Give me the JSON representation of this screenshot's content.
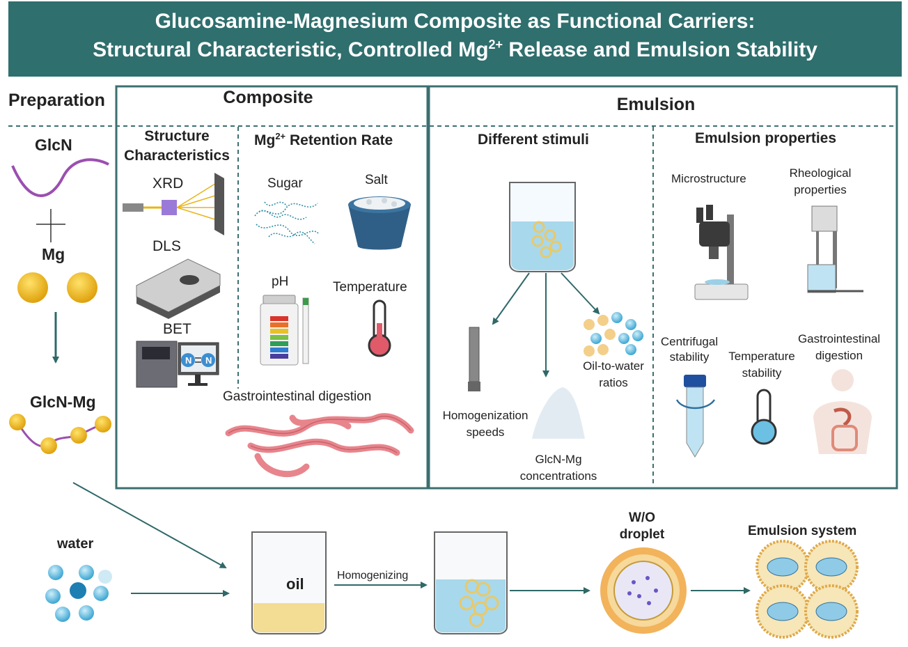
{
  "banner": {
    "title_line1": "Glucosamine-Magnesium Composite as Functional Carriers:",
    "title_line2_pre": "Structural Characteristic, Controlled Mg",
    "title_line2_sup": "2+",
    "title_line2_post": " Release and Emulsion Stability",
    "color": "#2f6f6e"
  },
  "preparation": {
    "heading": "Preparation",
    "glcn": "GlcN",
    "mg": "Mg",
    "glcn_mg": "GlcN-Mg"
  },
  "composite": {
    "heading": "Composite",
    "structure_heading_1": "Structure",
    "structure_heading_2": "Characteristics",
    "xrd": "XRD",
    "dls": "DLS",
    "bet": "BET",
    "retention_pre": "Mg",
    "retention_sup": "2+",
    "retention_post": " Retention Rate",
    "sugar": "Sugar",
    "salt": "Salt",
    "ph": "pH",
    "temperature": "Temperature",
    "gi": "Gastrointestinal digestion"
  },
  "emulsion": {
    "heading": "Emulsion",
    "stimuli_heading": "Different stimuli",
    "homog_1": "Homogenization",
    "homog_2": "speeds",
    "conc_1": "GlcN-Mg",
    "conc_2": "concentrations",
    "ratio_1": "Oil-to-water",
    "ratio_2": "ratios",
    "props_heading": "Emulsion properties",
    "micro": "Microstructure",
    "rheo_1": "Rheological",
    "rheo_2": "properties",
    "cent_1": "Centrifugal",
    "cent_2": "stability",
    "temp_1": "Temperature",
    "temp_2": "stability",
    "gi_1": "Gastrointestinal",
    "gi_2": "digestion"
  },
  "bottom": {
    "water": "water",
    "oil": "oil",
    "homogenizing": "Homogenizing",
    "wo_1": "W/O",
    "wo_2": "droplet",
    "system": "Emulsion system"
  },
  "colors": {
    "frame": "#3b6f70",
    "arrow": "#2f6868",
    "gold": "#e8b418",
    "purple": "#9b4fb0",
    "blue_liquid": "#a8d8ec"
  }
}
